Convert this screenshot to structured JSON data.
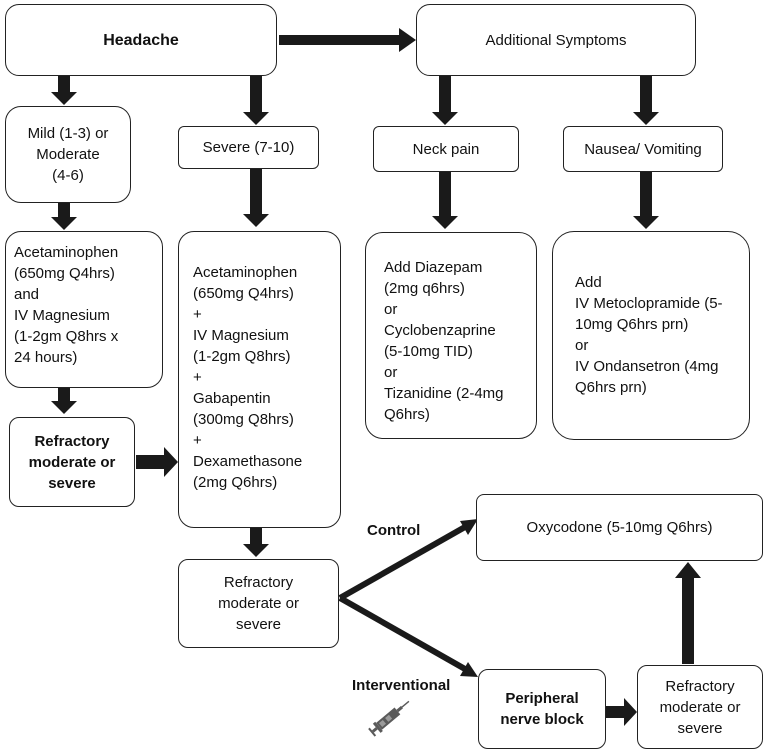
{
  "nodes": {
    "headache": "Headache",
    "additional_symptoms": "Additional Symptoms",
    "mild_moderate": [
      "Mild (1-3) or",
      "Moderate",
      "(4-6)"
    ],
    "severe": "Severe (7-10)",
    "neck_pain": "Neck pain",
    "nausea": "Nausea/ Vomiting",
    "mild_treatment": [
      "Acetaminophen",
      "(650mg Q4hrs)",
      "and",
      "IV Magnesium",
      "(1-2gm Q8hrs x",
      "24 hours)"
    ],
    "severe_treatment": [
      "Acetaminophen",
      "(650mg Q4hrs)",
      "+",
      "IV Magnesium",
      "(1-2gm Q8hrs)",
      "+",
      "Gabapentin",
      "(300mg Q8hrs)",
      "+",
      "Dexamethasone",
      "(2mg Q6hrs)"
    ],
    "neck_treatment": [
      "Add Diazepam",
      "(2mg q6hrs)",
      "or",
      "Cyclobenzaprine",
      "(5-10mg TID)",
      "or",
      "Tizanidine (2-4mg",
      "Q6hrs)"
    ],
    "nausea_treatment": [
      "Add",
      "IV Metoclopramide (5-",
      "10mg Q6hrs prn)",
      "or",
      "IV Ondansetron (4mg",
      "Q6hrs prn)"
    ],
    "refractory_1": [
      "Refractory",
      "moderate or",
      "severe"
    ],
    "refractory_2": [
      "Refractory",
      "moderate or",
      "severe"
    ],
    "refractory_3": [
      "Refractory",
      "moderate or",
      "severe"
    ],
    "oxycodone": "Oxycodone (5-10mg Q6hrs)",
    "nerve_block": [
      "Peripheral",
      "nerve block"
    ]
  },
  "labels": {
    "control": "Control",
    "interventional": "Interventional"
  },
  "icons": {
    "syringe": "syringe-icon"
  },
  "colors": {
    "arrow": "#1a1a1a",
    "border": "#222222",
    "syringe": "#5a5a5a"
  }
}
